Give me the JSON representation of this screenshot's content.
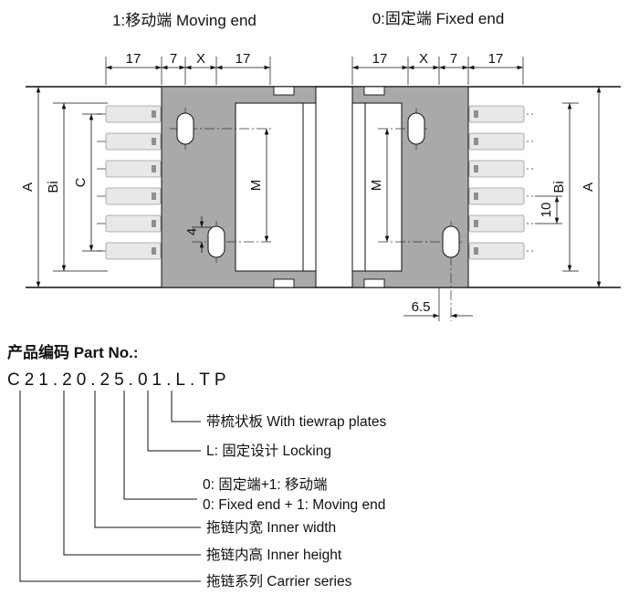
{
  "headings": {
    "moving_end": "1:移动端 Moving end",
    "fixed_end": "0:固定端 Fixed end"
  },
  "dims": {
    "seventeen": "17",
    "seven": "7",
    "x_var": "X",
    "a": "A",
    "bi": "Bi",
    "c": "C",
    "m": "M",
    "four": "4",
    "ten": "10",
    "six_five": "6.5"
  },
  "part_no": {
    "title": "产品编码 Part No.:",
    "code": "C21.20.25.01.L.TP",
    "callouts": [
      {
        "label": "带梳状板 With tiewrap plates"
      },
      {
        "label": "L: 固定设计 Locking"
      },
      {
        "label": "0: 固定端+1: 移动端",
        "label2": "0: Fixed end + 1: Moving end"
      },
      {
        "label": "拖链内宽 Inner width"
      },
      {
        "label": "拖链内高 Inner height"
      },
      {
        "label": "拖链系列 Carrier series"
      }
    ]
  },
  "colors": {
    "bracket_fill": "#a9a9a9",
    "chain_fill": "#e8e8e8",
    "line": "#111111"
  }
}
